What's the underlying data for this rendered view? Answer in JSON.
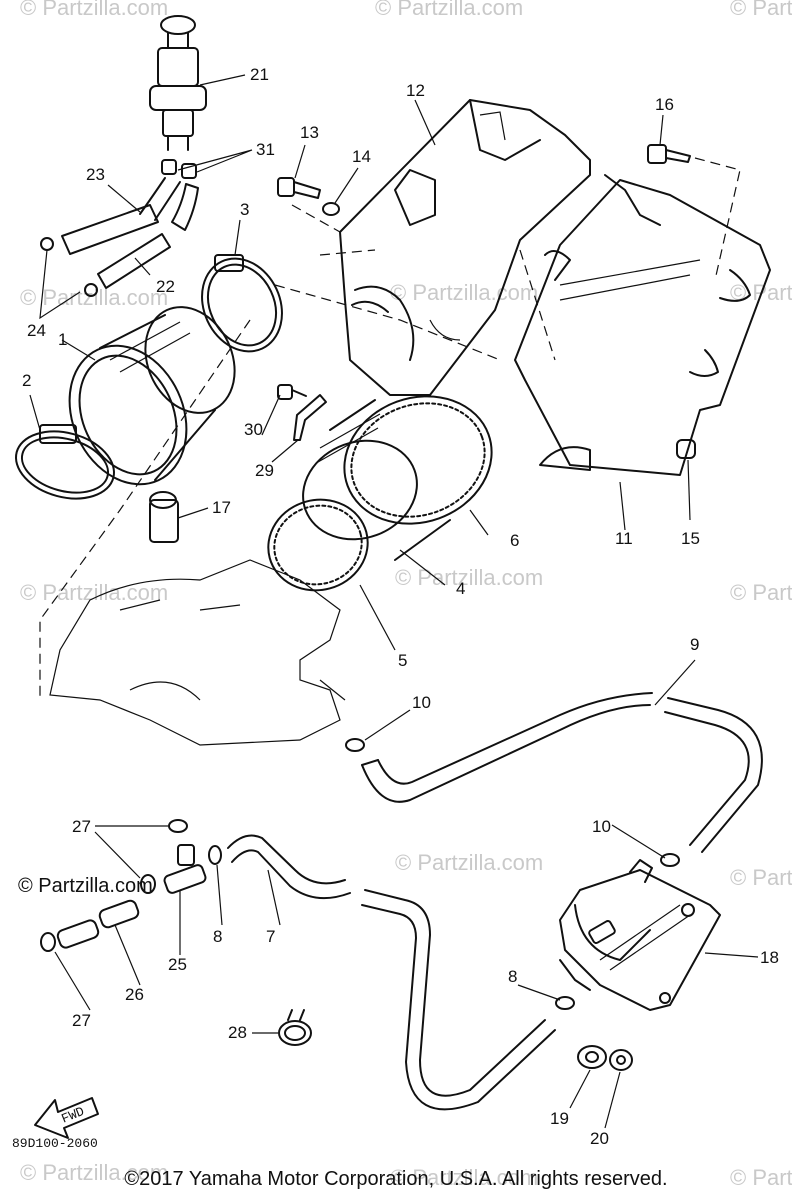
{
  "watermark": "© Partzilla.com",
  "brand_label": "© Partzilla.com",
  "diagram_code": "89D100-2060",
  "fwd_label": "FWD",
  "copyright": "©2017  Yamaha Motor Corporation, U.S.A. All rights reserved.",
  "callouts": {
    "c1": "1",
    "c2": "2",
    "c3": "3",
    "c4": "4",
    "c5": "5",
    "c6": "6",
    "c7": "7",
    "c8a": "8",
    "c8b": "8",
    "c9": "9",
    "c10a": "10",
    "c10b": "10",
    "c11": "11",
    "c12": "12",
    "c13": "13",
    "c14": "14",
    "c15": "15",
    "c16": "16",
    "c17": "17",
    "c18": "18",
    "c19": "19",
    "c20": "20",
    "c21": "21",
    "c22": "22",
    "c23": "23",
    "c24": "24",
    "c25": "25",
    "c26": "26",
    "c27a": "27",
    "c27b": "27",
    "c28": "28",
    "c29": "29",
    "c30": "30",
    "c31": "31"
  }
}
